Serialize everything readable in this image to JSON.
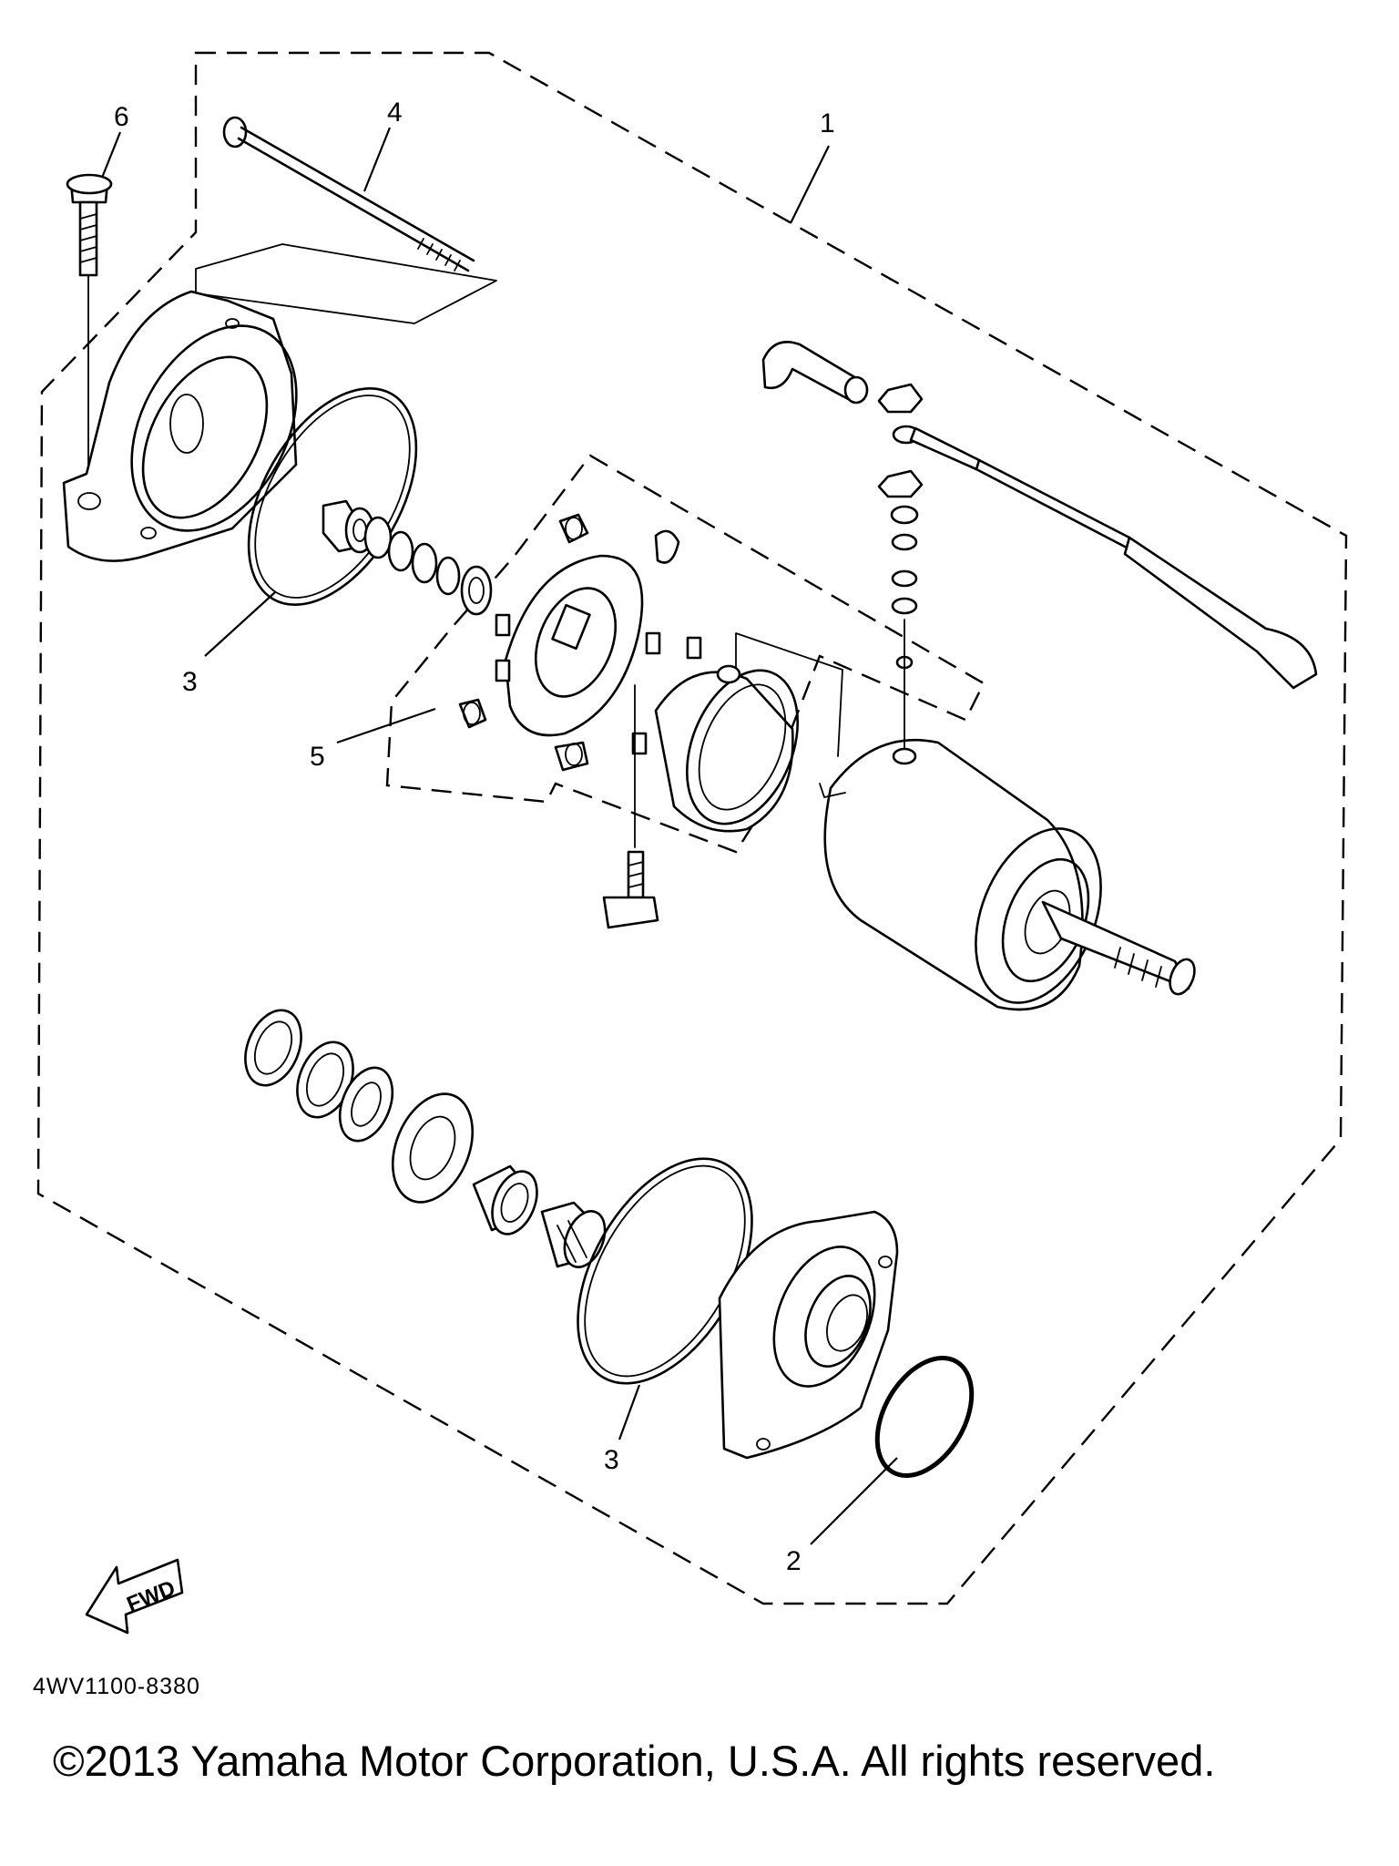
{
  "diagram": {
    "callouts": [
      {
        "id": "c1",
        "label": "1"
      },
      {
        "id": "c2",
        "label": "2"
      },
      {
        "id": "c3a",
        "label": "3"
      },
      {
        "id": "c3b",
        "label": "3"
      },
      {
        "id": "c4",
        "label": "4"
      },
      {
        "id": "c5",
        "label": "5"
      },
      {
        "id": "c6",
        "label": "6"
      }
    ],
    "fwd_label": "FWD",
    "diagram_code": "4WV1100-8380",
    "copyright": "©2013 Yamaha Motor Corporation, U.S.A. All rights reserved."
  }
}
